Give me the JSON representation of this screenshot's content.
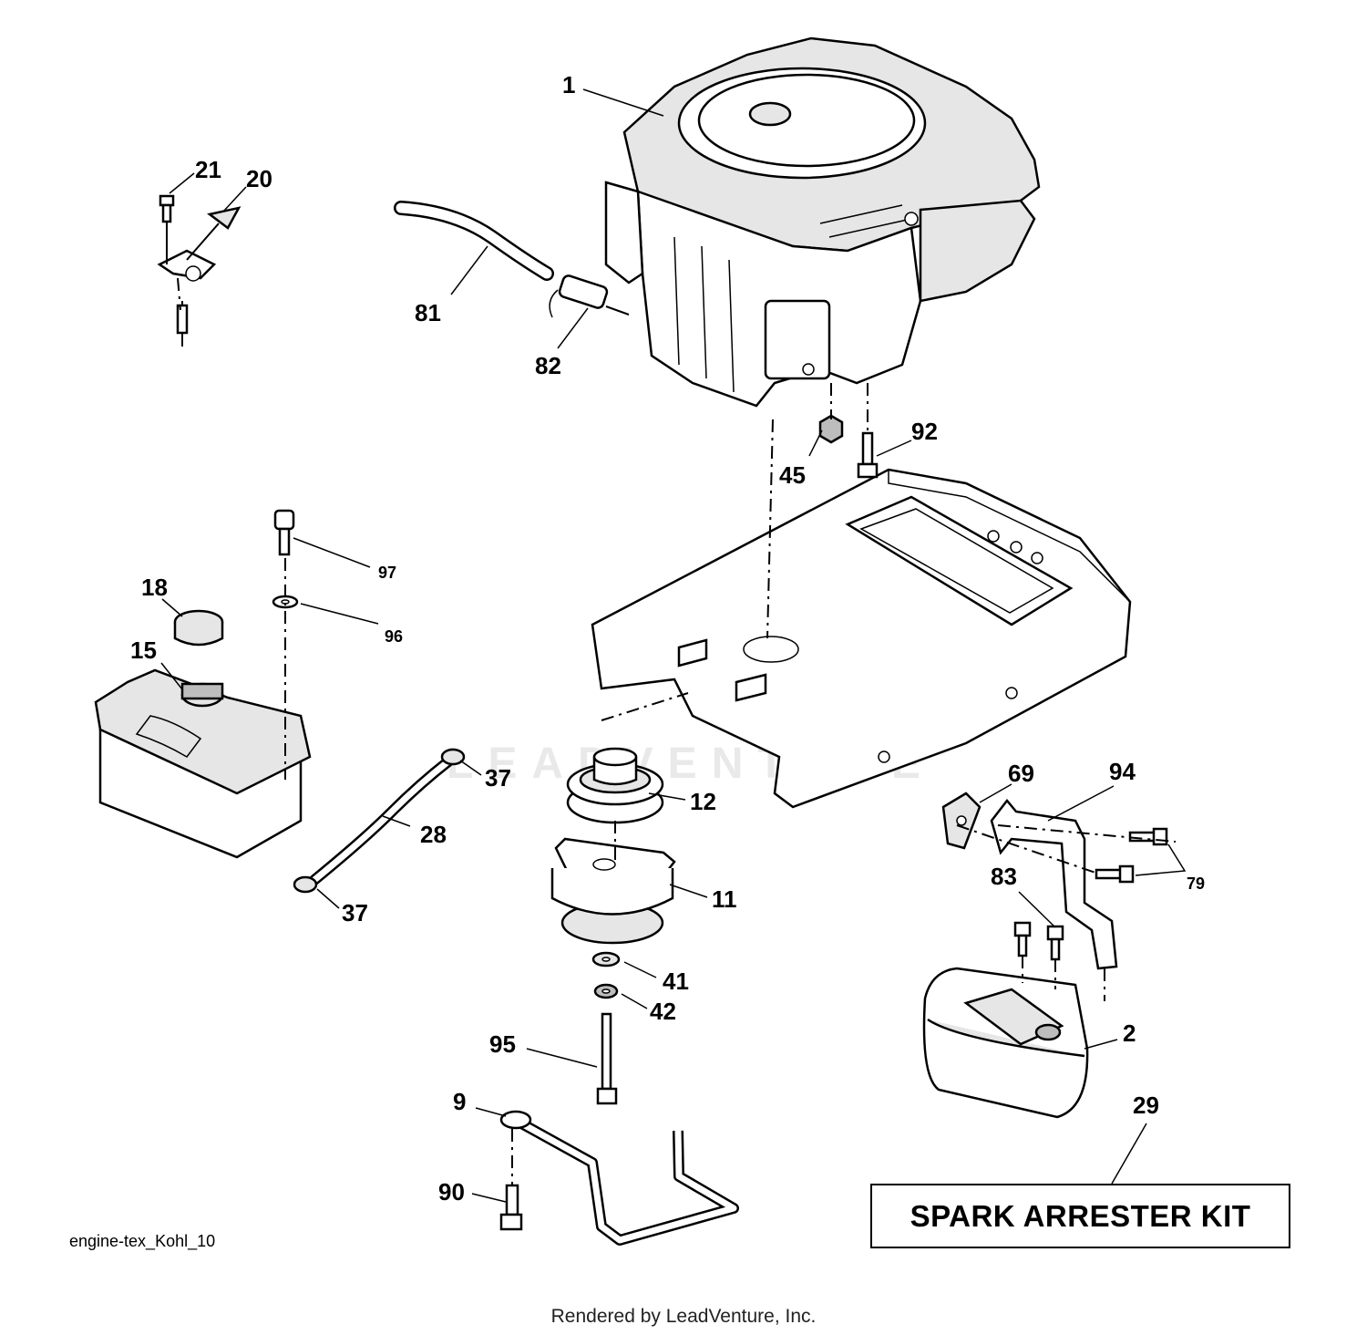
{
  "diagram_code": "engine-tex_Kohl_10",
  "credit": "Rendered by LeadVenture, Inc.",
  "watermark": "LEADVENTURE",
  "kit_label": "SPARK ARRESTER KIT",
  "callouts": {
    "c1": "1",
    "c2": "2",
    "c9": "9",
    "c11": "11",
    "c12": "12",
    "c15": "15",
    "c18": "18",
    "c20": "20",
    "c21": "21",
    "c28": "28",
    "c29": "29",
    "c37a": "37",
    "c37b": "37",
    "c41": "41",
    "c42": "42",
    "c45": "45",
    "c69": "69",
    "c79": "79",
    "c81": "81",
    "c82": "82",
    "c83": "83",
    "c90": "90",
    "c92": "92",
    "c94": "94",
    "c95": "95",
    "c96": "96",
    "c97": "97"
  }
}
